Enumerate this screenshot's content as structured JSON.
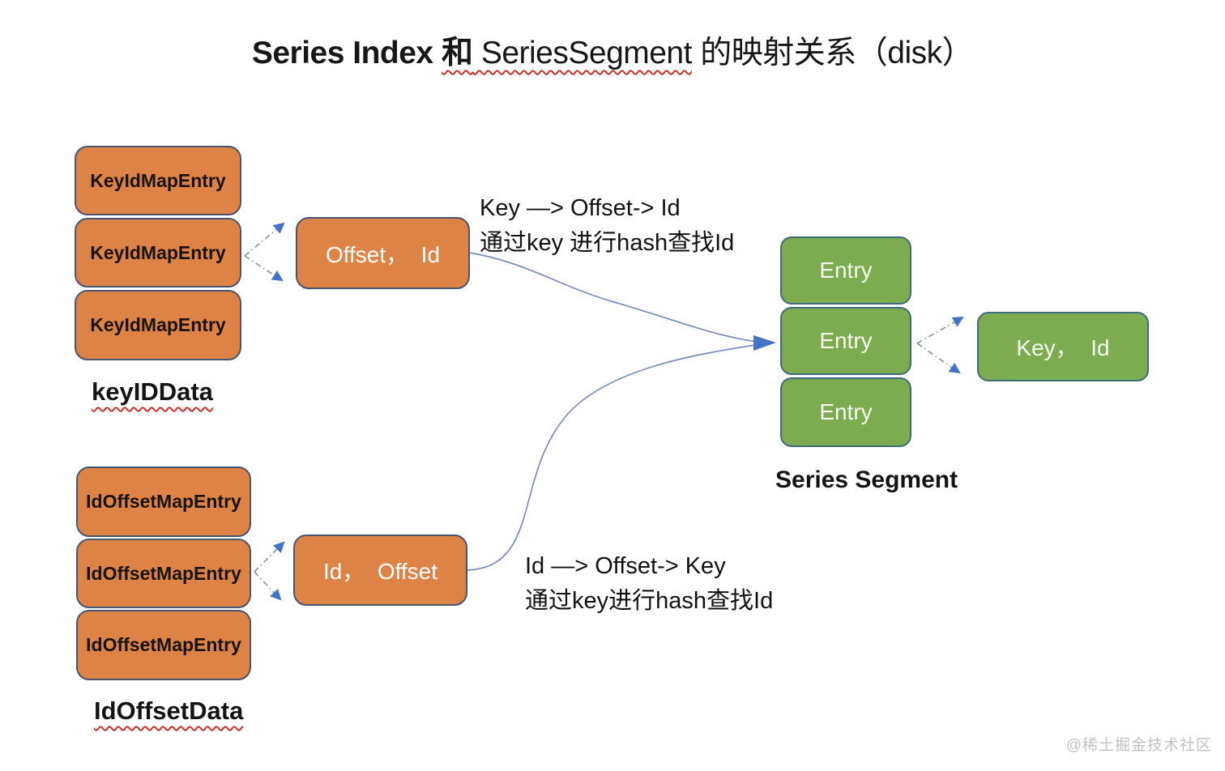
{
  "title": {
    "part_bold": "Series Index ",
    "part_he": "和",
    "part_segment": " SeriesSegment",
    "part_rest": " 的映射关系（disk）"
  },
  "key_id_data": {
    "entries": [
      "KeyIdMapEntry",
      "KeyIdMapEntry",
      "KeyIdMapEntry"
    ],
    "label": "keyIDData",
    "pair_box": "Offset，  Id"
  },
  "id_offset_data": {
    "entries": [
      "IdOffsetMapEntry",
      "IdOffsetMapEntry",
      "IdOffsetMapEntry"
    ],
    "label": "IdOffsetData",
    "pair_box": "Id，  Offset"
  },
  "series_segment": {
    "entries": [
      "Entry",
      "Entry",
      "Entry"
    ],
    "label": "Series Segment",
    "pair_box": "Key，  Id"
  },
  "annotations": {
    "top_line1": "Key —> Offset-> Id",
    "top_line2": "通过key 进行hash查找Id",
    "bottom_line1": "Id —> Offset-> Key",
    "bottom_line2": "通过key进行hash查找Id"
  },
  "watermark": "@稀土掘金技术社区",
  "colors": {
    "orange_fill": "#dc8345",
    "orange_border": "#4a5470",
    "green_fill": "#7cac4f",
    "green_border": "#3e6c7c",
    "arrow_blue": "#4472c4",
    "dash_connector": "#8090a8",
    "curve_connector": "#7a8cba",
    "underline_red": "#c9302c",
    "watermark_gray": "#c2c2c2"
  }
}
